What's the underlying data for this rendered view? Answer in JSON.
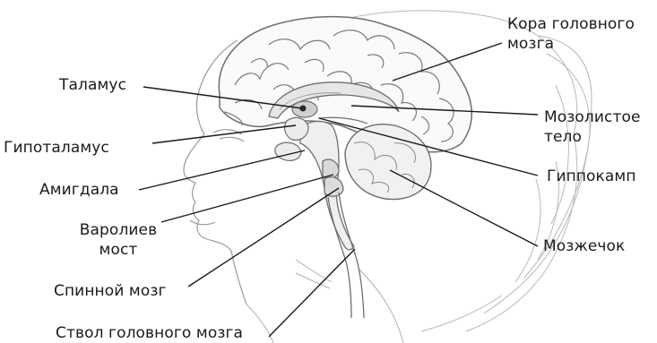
{
  "diagram": {
    "labels": {
      "thalamus": "Таламус",
      "hypothalamus": "Гипоталамус",
      "amygdala": "Амигдала",
      "pons_line1": "Варолиев",
      "pons_line2": "мост",
      "spinal_cord": "Спинной мозг",
      "brainstem": "Ствол головного мозга",
      "cortex_line1": "Кора головного",
      "cortex_line2": "мозга",
      "corpus_callosum_line1": "Мозолистое",
      "corpus_callosum_line2": "тело",
      "hippocampus": "Гиппокамп",
      "cerebellum": "Мозжечок"
    },
    "colors": {
      "line": "#1a1a1a",
      "sketch": "#9a9a9a",
      "brain": "#7a7a7a",
      "shade": "#d8d8d8"
    }
  }
}
